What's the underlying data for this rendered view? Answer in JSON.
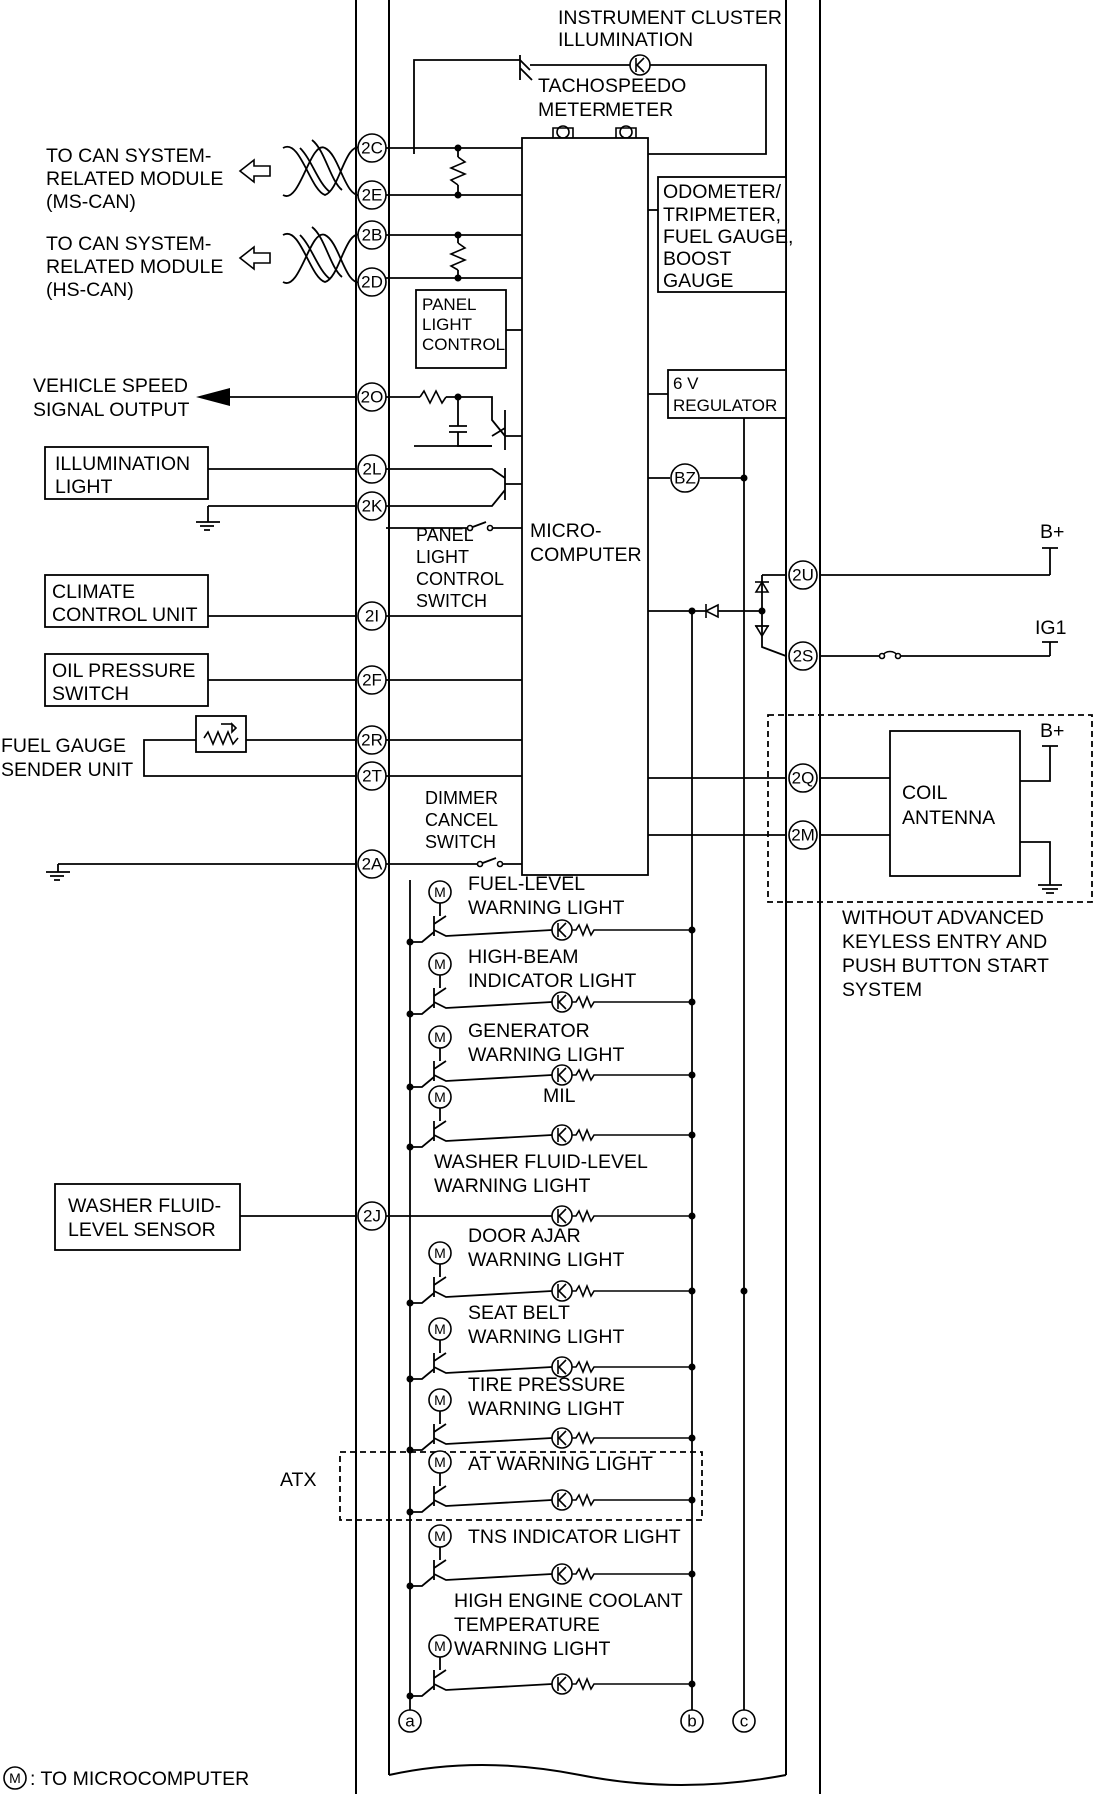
{
  "diagram": {
    "cluster_title": [
      "INSTRUMENT CLUSTER",
      "ILLUMINATION"
    ],
    "tachometer": [
      "TACHO",
      "METER"
    ],
    "speedometer": [
      "SPEEDO",
      "METER"
    ],
    "odometer_box": [
      "ODOMETER/",
      "TRIPMETER,",
      "FUEL GAUGE,",
      "BOOST",
      "GAUGE"
    ],
    "panel_light_control_box": [
      "PANEL",
      "LIGHT",
      "CONTROL"
    ],
    "regulator_box": [
      "6 V",
      "REGULATOR"
    ],
    "microcomputer": [
      "MICRO-",
      "COMPUTER"
    ],
    "buzzer_label": "BZ",
    "panel_light_control_switch": [
      "PANEL",
      "LIGHT",
      "CONTROL",
      "SWITCH"
    ],
    "dimmer_cancel_switch": [
      "DIMMER",
      "CANCEL",
      "SWITCH"
    ],
    "ms_can": [
      "TO CAN SYSTEM-",
      "RELATED MODULE",
      "(MS-CAN)"
    ],
    "hs_can": [
      "TO CAN SYSTEM-",
      "RELATED MODULE",
      "(HS-CAN)"
    ],
    "vss_output": [
      "VEHICLE SPEED",
      "SIGNAL OUTPUT"
    ],
    "illumination_light": [
      "ILLUMINATION",
      "LIGHT"
    ],
    "climate_control_unit": [
      "CLIMATE",
      "CONTROL UNIT"
    ],
    "oil_pressure_switch": [
      "OIL PRESSURE",
      "SWITCH"
    ],
    "fuel_gauge_sender": [
      "FUEL GAUGE",
      "SENDER UNIT"
    ],
    "washer_sensor": [
      "WASHER FLUID-",
      "LEVEL SENSOR"
    ],
    "coil_antenna": [
      "COIL",
      "ANTENNA"
    ],
    "antenna_note": [
      "WITHOUT ADVANCED",
      "KEYLESS ENTRY AND",
      "PUSH BUTTON START",
      "SYSTEM"
    ],
    "power_b1": "B+",
    "power_ig1": "IG1",
    "power_b2": "B+",
    "atx_label": "ATX",
    "pins": {
      "p2C": "2C",
      "p2E": "2E",
      "p2B": "2B",
      "p2D": "2D",
      "p2O": "2O",
      "p2L": "2L",
      "p2K": "2K",
      "p2I": "2I",
      "p2F": "2F",
      "p2R": "2R",
      "p2T": "2T",
      "p2A": "2A",
      "p2J": "2J",
      "p2U": "2U",
      "p2S": "2S",
      "p2Q": "2Q",
      "p2M": "2M"
    },
    "bus_labels": {
      "a": "a",
      "b": "b",
      "c": "c"
    },
    "motor_symbol": "M",
    "lamps": {
      "fuel_level": [
        "FUEL-LEVEL",
        "WARNING LIGHT"
      ],
      "high_beam": [
        "HIGH-BEAM",
        "INDICATOR LIGHT"
      ],
      "generator": [
        "GENERATOR",
        "WARNING LIGHT"
      ],
      "mil": [
        "MIL"
      ],
      "washer": [
        "WASHER FLUID-LEVEL",
        "WARNING LIGHT"
      ],
      "door_ajar": [
        "DOOR AJAR",
        "WARNING LIGHT"
      ],
      "seat_belt": [
        "SEAT BELT",
        "WARNING LIGHT"
      ],
      "tire_pressure": [
        "TIRE PRESSURE",
        "WARNING LIGHT"
      ],
      "at_warning": [
        "AT WARNING LIGHT"
      ],
      "tns": [
        "TNS INDICATOR LIGHT"
      ],
      "coolant": [
        "HIGH ENGINE COOLANT",
        "TEMPERATURE",
        "WARNING LIGHT"
      ]
    },
    "legend": ": TO MICROCOMPUTER"
  }
}
